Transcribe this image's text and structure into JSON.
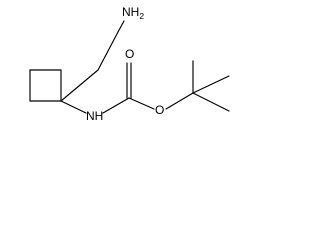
{
  "structure": {
    "labels": {
      "amine_n": "NH",
      "amine_h_count": "2",
      "carbamate_nh": "NH",
      "ester_o": "O",
      "carbonyl_o": "O"
    }
  }
}
